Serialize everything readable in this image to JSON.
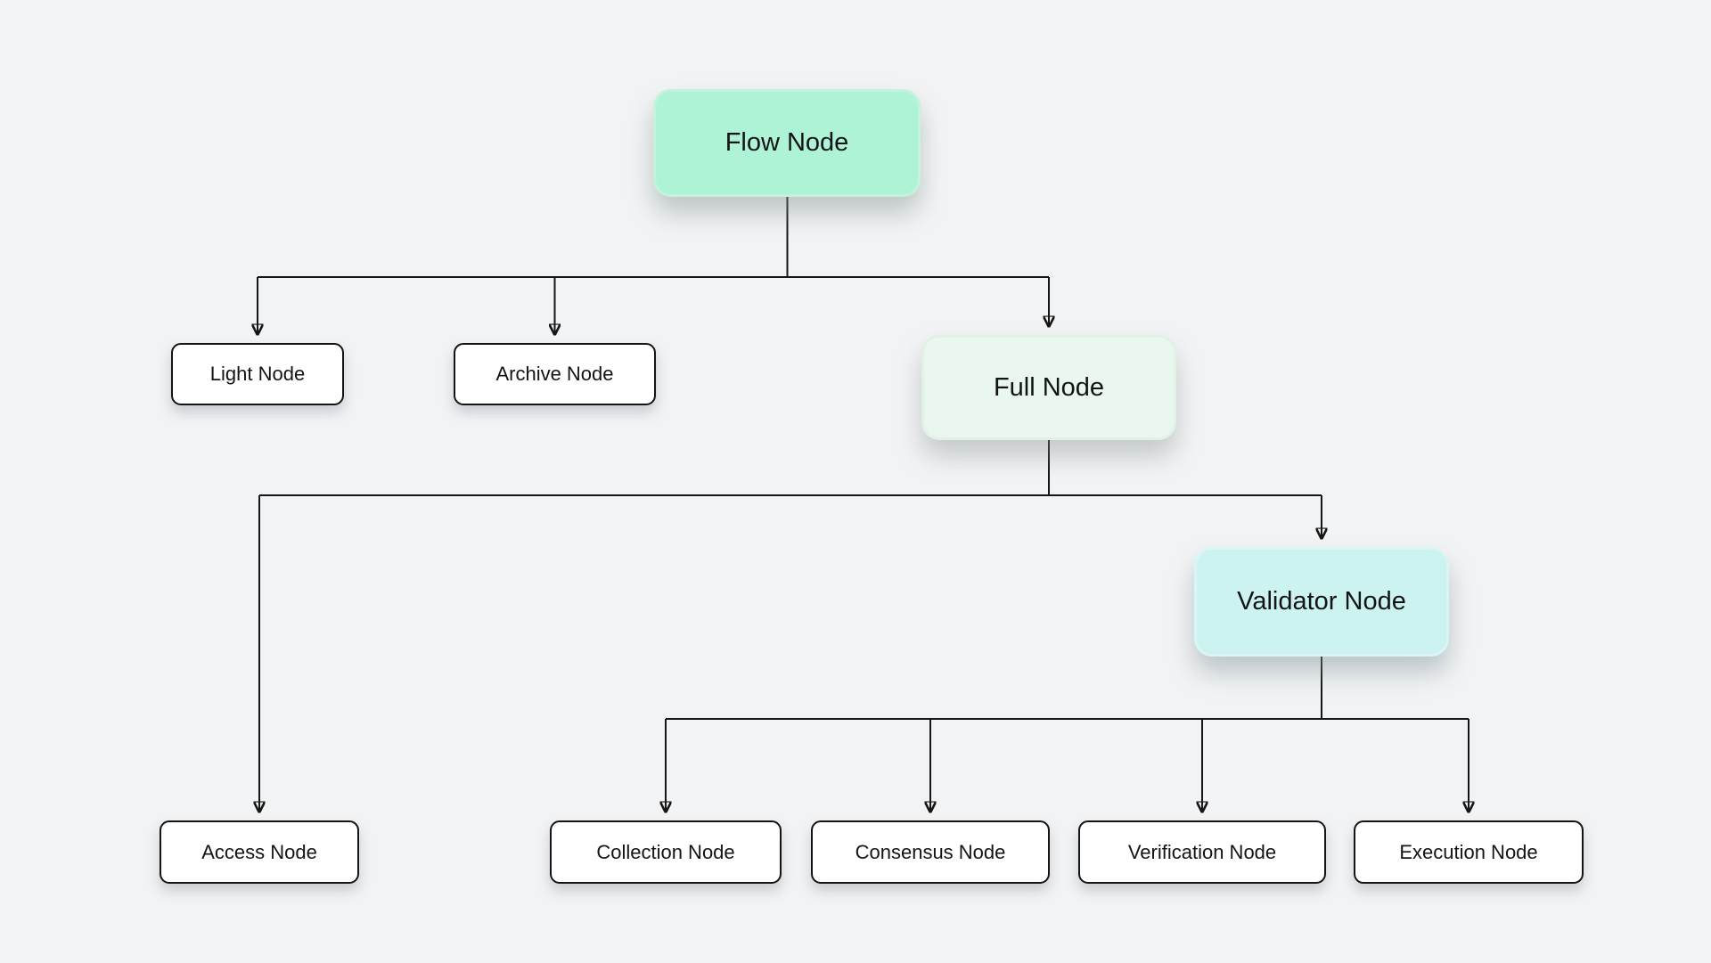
{
  "diagram": {
    "background_color": "#f2f3f5",
    "connector_color": "#161616",
    "nodes": [
      {
        "id": "flow",
        "label": "Flow Node",
        "fill": "#aff3d6",
        "style": "highlight-mint"
      },
      {
        "id": "light",
        "label": "Light Node",
        "fill": "#ffffff",
        "style": "plain"
      },
      {
        "id": "archive",
        "label": "Archive Node",
        "fill": "#ffffff",
        "style": "plain"
      },
      {
        "id": "full",
        "label": "Full Node",
        "fill": "#e9f7ee",
        "style": "highlight-pale-green"
      },
      {
        "id": "access",
        "label": "Access Node",
        "fill": "#ffffff",
        "style": "plain"
      },
      {
        "id": "validator",
        "label": "Validator Node",
        "fill": "#cdf3f1",
        "style": "highlight-cyan"
      },
      {
        "id": "collection",
        "label": "Collection Node",
        "fill": "#ffffff",
        "style": "plain"
      },
      {
        "id": "consensus",
        "label": "Consensus Node",
        "fill": "#ffffff",
        "style": "plain"
      },
      {
        "id": "verification",
        "label": "Verification Node",
        "fill": "#ffffff",
        "style": "plain"
      },
      {
        "id": "execution",
        "label": "Execution Node",
        "fill": "#ffffff",
        "style": "plain"
      }
    ],
    "edges": [
      {
        "from": "Flow Node",
        "to": "Light Node"
      },
      {
        "from": "Flow Node",
        "to": "Archive Node"
      },
      {
        "from": "Flow Node",
        "to": "Full Node"
      },
      {
        "from": "Full Node",
        "to": "Access Node"
      },
      {
        "from": "Full Node",
        "to": "Validator Node"
      },
      {
        "from": "Validator Node",
        "to": "Collection Node"
      },
      {
        "from": "Validator Node",
        "to": "Consensus Node"
      },
      {
        "from": "Validator Node",
        "to": "Verification Node"
      },
      {
        "from": "Validator Node",
        "to": "Execution Node"
      }
    ]
  }
}
